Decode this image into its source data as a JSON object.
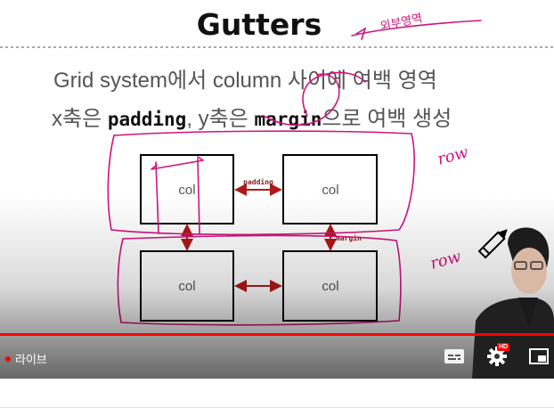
{
  "player": {
    "live_label": "라이브",
    "hd_badge": "HD",
    "accent_color": "#ff0000"
  },
  "slide": {
    "title": "Gutters",
    "line1": "Grid system에서 column 사이에 여백 영역",
    "line2_prefix": "x축은 ",
    "line2_code1": "padding",
    "line2_mid": ", y축은 ",
    "line2_code2": "margin",
    "line2_suffix": "으로 여백 생성",
    "col_label": "col",
    "padding_label": "padding",
    "margin_label": "margin"
  },
  "annotations": {
    "top_note": "외부영역",
    "row_note": "row"
  },
  "icons": [
    "subtitles-icon",
    "settings-gear-icon",
    "miniplayer-icon",
    "pencil-cursor-icon"
  ]
}
